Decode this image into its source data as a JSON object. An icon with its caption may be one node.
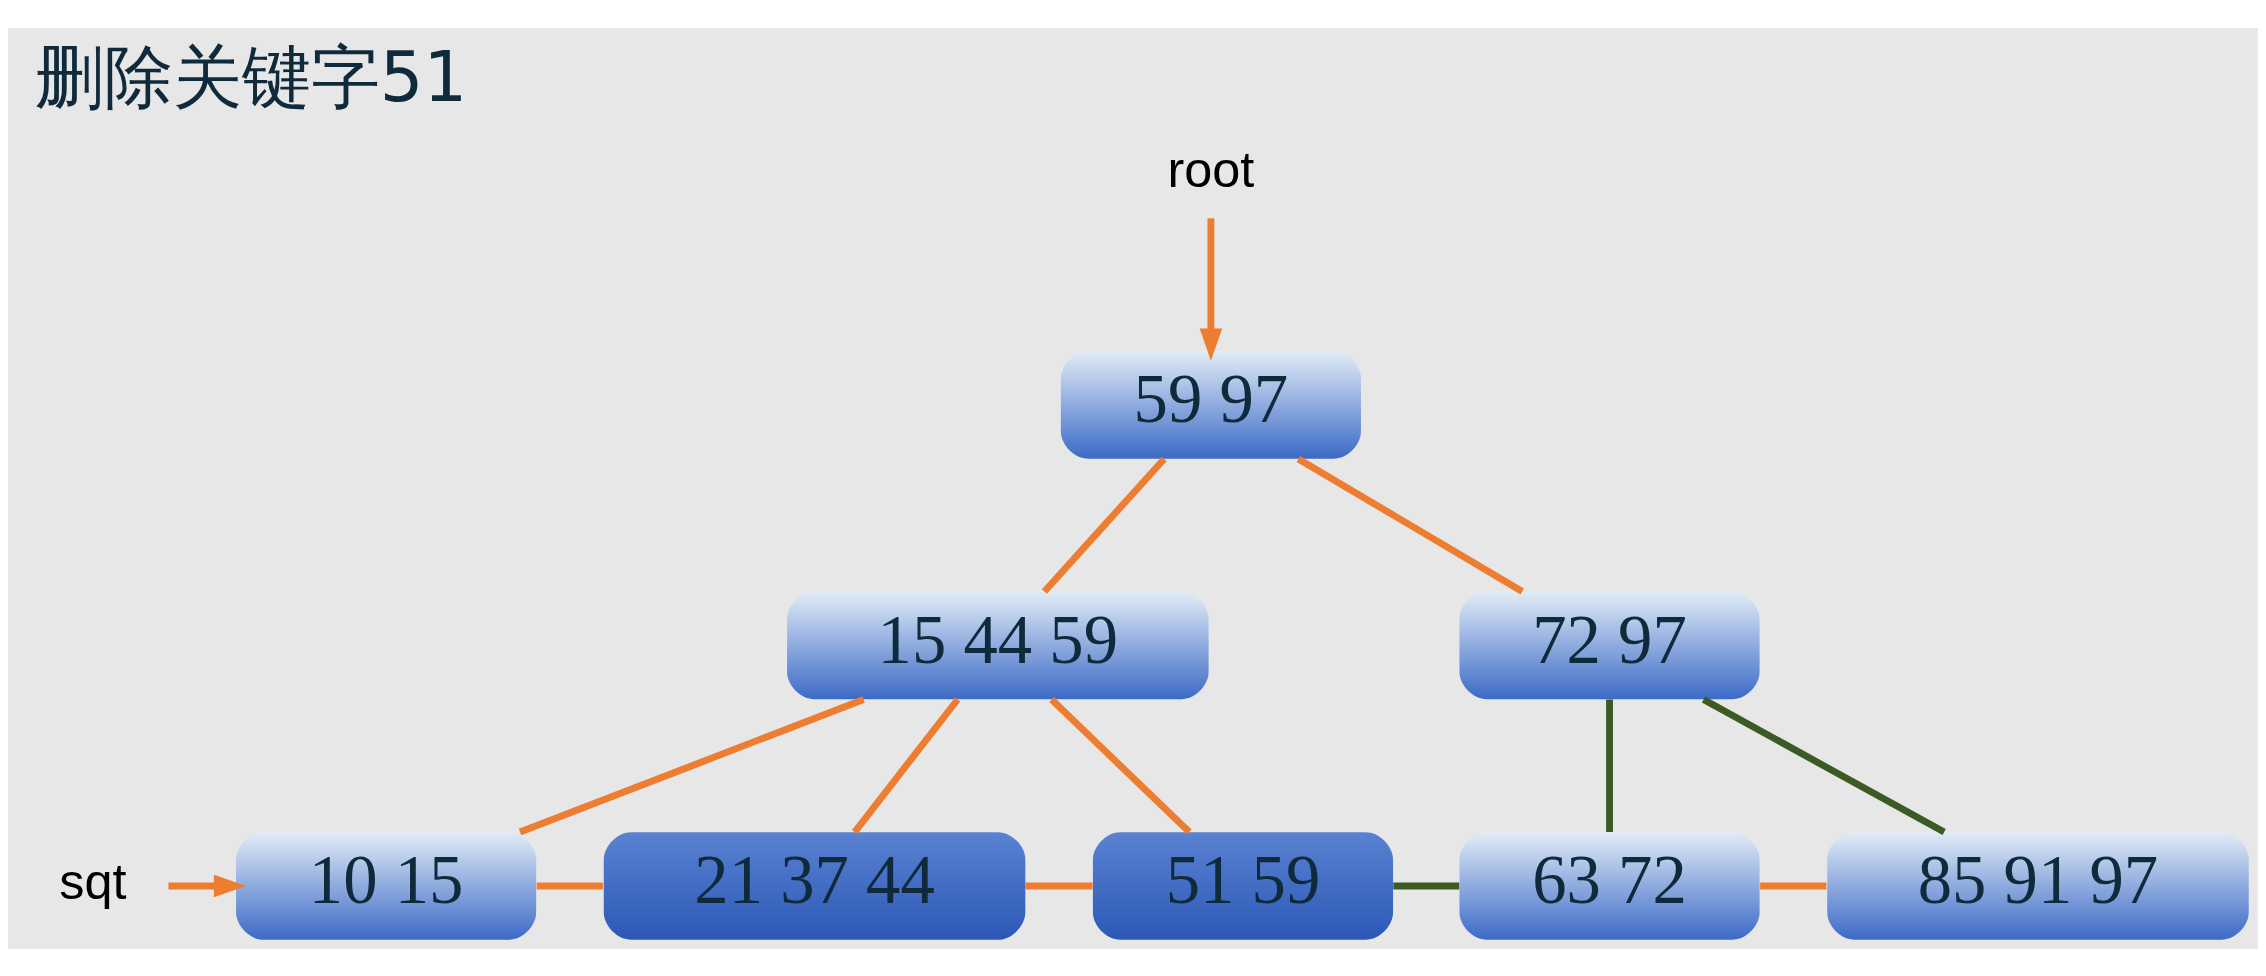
{
  "diagram": {
    "title": "删除关键字51",
    "nodes": [
      {
        "text": [
          "root"
        ]
      },
      {
        "text": [
          "sqt"
        ]
      },
      {
        "text": [
          "59 97"
        ]
      },
      {
        "text": [
          "15 44 59"
        ]
      },
      {
        "text": [
          "72 97"
        ]
      },
      {
        "text": [
          "10 15"
        ]
      },
      {
        "text": [
          "21 37 44"
        ]
      },
      {
        "text": [
          "51 59"
        ]
      },
      {
        "text": [
          "63 72"
        ]
      },
      {
        "text": [
          "85 91 97"
        ]
      }
    ],
    "edges": [
      {
        "from": 0,
        "to": 2,
        "arrow": "to"
      },
      {
        "from": 1,
        "to": 5,
        "arrow": "to"
      },
      {
        "from": 2,
        "to": 3,
        "arrow": "none"
      },
      {
        "from": 2,
        "to": 4,
        "arrow": "none"
      },
      {
        "from": 3,
        "to": 5,
        "arrow": "none"
      },
      {
        "from": 3,
        "to": 6,
        "arrow": "none"
      },
      {
        "from": 3,
        "to": 7,
        "arrow": "none"
      },
      {
        "from": 4,
        "to": 8,
        "arrow": "none",
        "color": "#3b5a24"
      },
      {
        "from": 4,
        "to": 9,
        "arrow": "none",
        "color": "#3b5a24"
      },
      {
        "from": 5,
        "to": 6,
        "arrow": "none"
      },
      {
        "from": 6,
        "to": 7,
        "arrow": "none"
      },
      {
        "from": 7,
        "to": 8,
        "arrow": "none",
        "color": "#3b5a24"
      },
      {
        "from": 8,
        "to": 9,
        "arrow": "none"
      }
    ]
  }
}
